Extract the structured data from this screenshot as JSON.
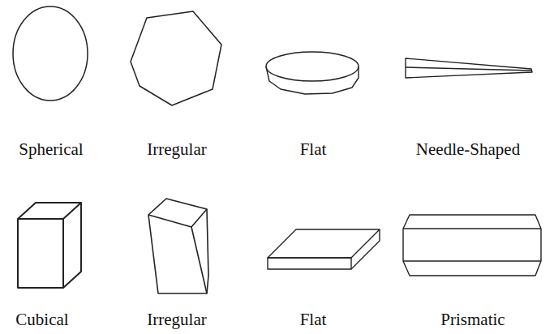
{
  "diagram": {
    "labels": [
      "Spherical",
      "Irregular",
      "Flat",
      "Needle-Shaped",
      "Cubical",
      "Irregular",
      "Flat",
      "Prismatic"
    ]
  }
}
